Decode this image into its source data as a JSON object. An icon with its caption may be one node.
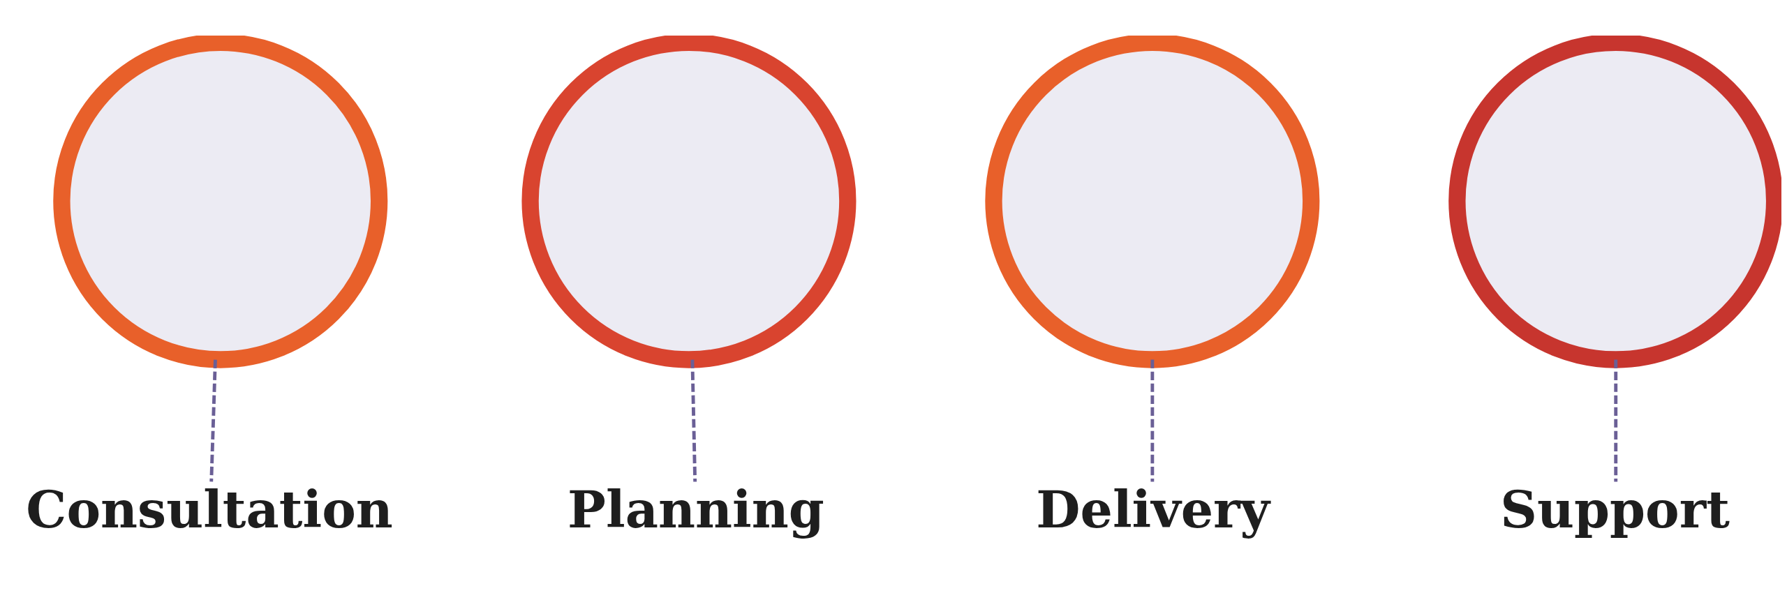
{
  "diagram": {
    "nodes": [
      {
        "text": [],
        "shape": "circle"
      },
      {
        "text": [],
        "shape": "circle"
      },
      {
        "text": [],
        "shape": "circle"
      },
      {
        "text": [],
        "shape": "circle"
      },
      {
        "text": [
          "Consultation"
        ]
      },
      {
        "text": [
          "Planning"
        ]
      },
      {
        "text": [
          "Delivery"
        ]
      },
      {
        "text": [
          "Support"
        ]
      }
    ],
    "edges": [
      {
        "from": 0,
        "to": 4,
        "arrow": "none",
        "style": "dashed"
      },
      {
        "from": 1,
        "to": 5,
        "arrow": "none",
        "style": "dashed"
      },
      {
        "from": 2,
        "to": 6,
        "arrow": "none",
        "style": "dashed"
      },
      {
        "from": 3,
        "to": 7,
        "arrow": "none",
        "style": "dashed"
      }
    ]
  }
}
